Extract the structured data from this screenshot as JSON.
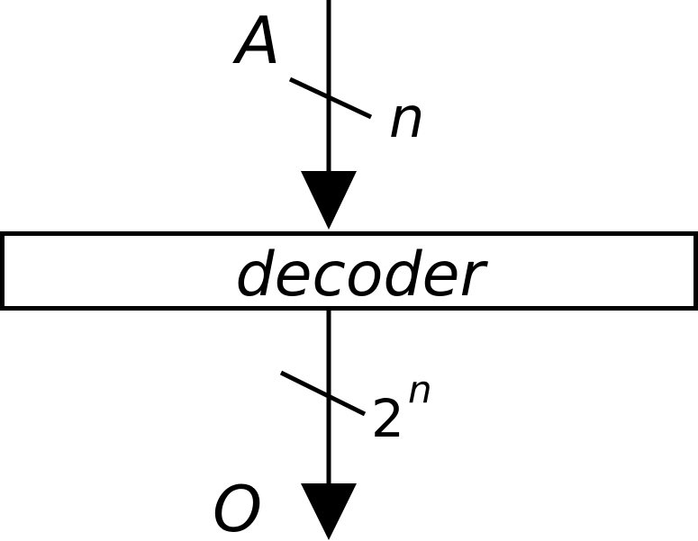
{
  "input": {
    "label": "A",
    "width_label": "n"
  },
  "block": {
    "label": "decoder"
  },
  "output": {
    "label": "O",
    "width_base": "2",
    "width_exponent": "n"
  }
}
